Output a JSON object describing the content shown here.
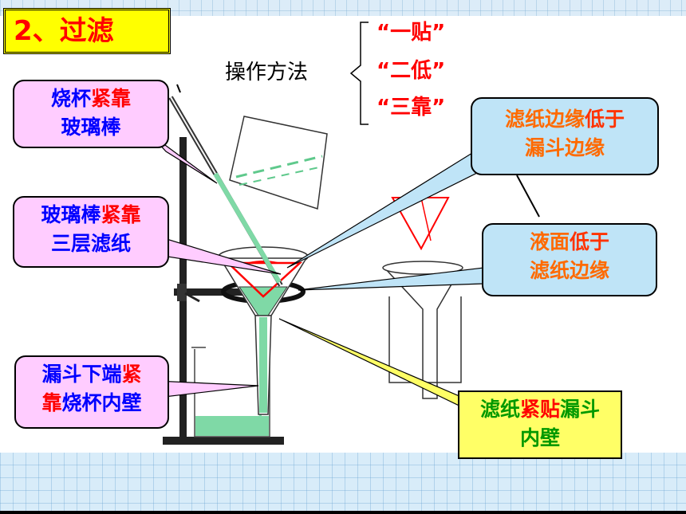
{
  "title": "2、过滤",
  "method": {
    "label": "操作方法",
    "rules": [
      "“一贴”",
      "“二低”",
      "“三靠”"
    ]
  },
  "callouts": {
    "beaker_rod": {
      "a": "烧杯",
      "b": "紧靠",
      "c": "玻璃棒"
    },
    "rod_paper": {
      "a": "玻璃棒",
      "b": "紧靠",
      "c": "三层滤纸"
    },
    "funnel_tip": {
      "a": "漏斗下端",
      "b": "紧",
      "c": "靠",
      "d": "烧杯内壁"
    },
    "paper_edge": {
      "a": "滤纸边缘",
      "b": "低于",
      "c": "漏斗边缘"
    },
    "liquid_level": {
      "a": "液面",
      "b": "低于",
      "c": "滤纸边缘"
    },
    "paper_tight": {
      "a": "滤纸",
      "b": "紧贴",
      "c": "漏斗",
      "d": "内壁"
    }
  },
  "colors": {
    "title_bg": "#ffff00",
    "title_text": "#ff0000",
    "pink_box": "#ffccff",
    "blue_box": "#bfe4f7",
    "yellow_box": "#ffff66",
    "liquid": "#7fd9a6"
  }
}
